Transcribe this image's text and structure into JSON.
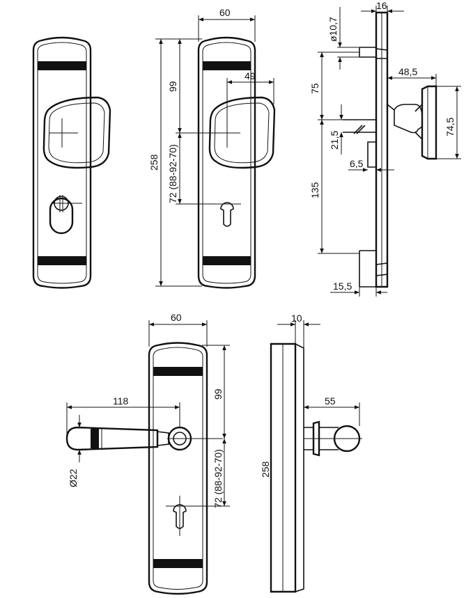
{
  "dimensions": {
    "top_mid_width": "60",
    "knob_offset": "49",
    "handle_to_knob": "99",
    "total_height": "258",
    "center_distance": "72 (88-92-70)",
    "rose_diameter": "ø10,7",
    "plate_thickness": "16",
    "upper_hole": "75",
    "knob_projection": "48,5",
    "knob_diameter": "74,5",
    "spindle": "21,5",
    "step": "6,5",
    "lower_hole": "135",
    "base_depth": "15,5",
    "bottom_width": "60",
    "bottom_thickness": "10",
    "lever_length": "118",
    "lever_height": "99",
    "lever_diameter": "Ø22",
    "lever_projection": "55",
    "bottom_total_height": "258",
    "bottom_center_distance": "72 (88-92-70)"
  }
}
